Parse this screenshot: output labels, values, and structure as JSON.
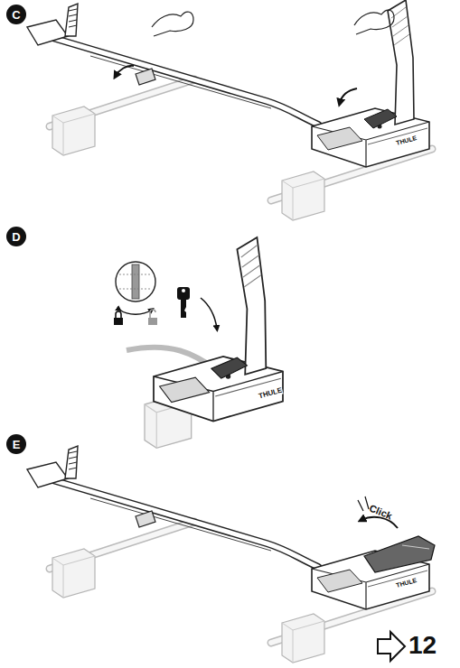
{
  "diagram": {
    "nodes": [
      {
        "text": [
          "C"
        ]
      },
      {
        "text": [
          "D"
        ]
      },
      {
        "text": [
          "E"
        ]
      }
    ],
    "labels": [
      "THULE",
      "THULE",
      "THULE",
      "Click",
      "12"
    ]
  }
}
